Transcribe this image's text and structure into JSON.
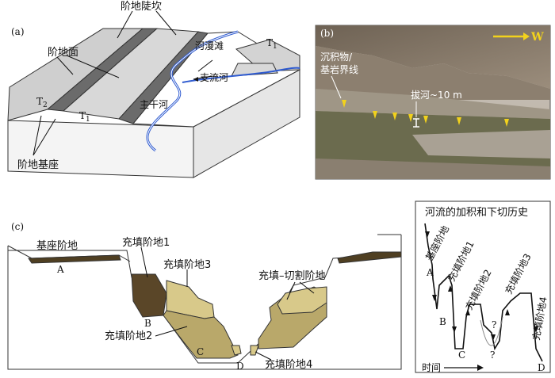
{
  "panel_a": {
    "tag": "(a)",
    "scarp": "阶地陡坎",
    "surface": "阶地面",
    "floodplain": "河漫滩",
    "tributary": "支流河",
    "mainstream": "主干河",
    "base": "阶地基座",
    "t2": "T",
    "t2_sub": "2",
    "t1": "T",
    "t1_sub": "1",
    "t1r": "T",
    "t1r_sub": "1"
  },
  "panel_b": {
    "tag": "(b)",
    "boundary_l1": "沉积物/",
    "boundary_l2": "基岩界线",
    "height": "拔河~10 m",
    "north": "W"
  },
  "panel_c": {
    "tag": "(c)",
    "strath": "基座阶地",
    "fill1": "充填阶地1",
    "fill3": "充填阶地3",
    "fillcut": "充填–切割阶地",
    "fill2": "充填阶地2",
    "fill4": "充填阶地4",
    "A": "A",
    "B": "B",
    "C": "C",
    "D": "D"
  },
  "history": {
    "title": "河流的加积和下切历史",
    "strath": "基座阶地",
    "fill1": "充填阶地1",
    "fill2": "充填阶地2",
    "fill3": "充填阶地3",
    "fill4": "充填阶地4",
    "time": "时间",
    "q1": "?",
    "q2": "?",
    "A": "A",
    "B": "B",
    "C": "C",
    "D": "D"
  },
  "colors": {
    "scarp": "#6b6b6b",
    "surface": "#c9c9c9",
    "river": "#2f5bd0",
    "bedrock_dark": "#4f3f22",
    "fill_light": "#d8c98a",
    "fill_mid": "#b9a86a",
    "photo_sky": "#d9d4cc",
    "photo_mountain": "#7a6c5c",
    "marker": "#f2d21c"
  }
}
